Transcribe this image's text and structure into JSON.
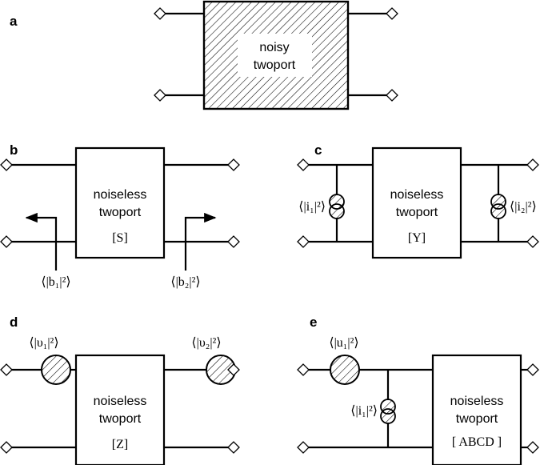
{
  "panels": {
    "a": {
      "label": "a",
      "box_line1": "noisy",
      "box_line2": "twoport"
    },
    "b": {
      "label": "b",
      "box_line1": "noiseless",
      "box_line2": "twoport",
      "box_line3": "[S]",
      "wave1": "⟨|b₁|²⟩",
      "wave2": "⟨|b₂|²⟩"
    },
    "c": {
      "label": "c",
      "box_line1": "noiseless",
      "box_line2": "twoport",
      "box_line3": "[Y]",
      "source1": "⟨|i₁|²⟩",
      "source2": "⟨|i₂|²⟩"
    },
    "d": {
      "label": "d",
      "box_line1": "noiseless",
      "box_line2": "twoport",
      "box_line3": "[Z]",
      "source1": "⟨|υ₁|²⟩",
      "source2": "⟨|υ₂|²⟩"
    },
    "e": {
      "label": "e",
      "box_line1": "noiseless",
      "box_line2": "twoport",
      "box_line3": "[ ABCD ]",
      "source1": "⟨|u₁|²⟩",
      "source2": "⟨|i₁|²⟩"
    }
  },
  "colors": {
    "stroke": "#000000",
    "background": "#ffffff"
  }
}
